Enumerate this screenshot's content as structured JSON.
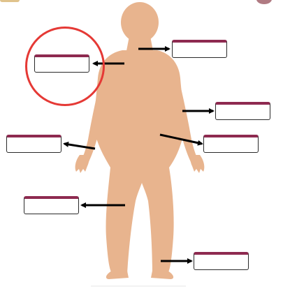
{
  "worksheet": {
    "highlight_color": "#e53935",
    "body_color": "#e8b48e",
    "label_accent_color": "#8e2a50",
    "label_boxes": [
      {
        "name": "label-box-neck",
        "text": ""
      },
      {
        "name": "label-box-shoulder",
        "text": ""
      },
      {
        "name": "label-box-elbow",
        "text": ""
      },
      {
        "name": "label-box-waist",
        "text": ""
      },
      {
        "name": "label-box-wrist",
        "text": ""
      },
      {
        "name": "label-box-thigh",
        "text": ""
      },
      {
        "name": "label-box-ankle",
        "text": ""
      }
    ]
  }
}
